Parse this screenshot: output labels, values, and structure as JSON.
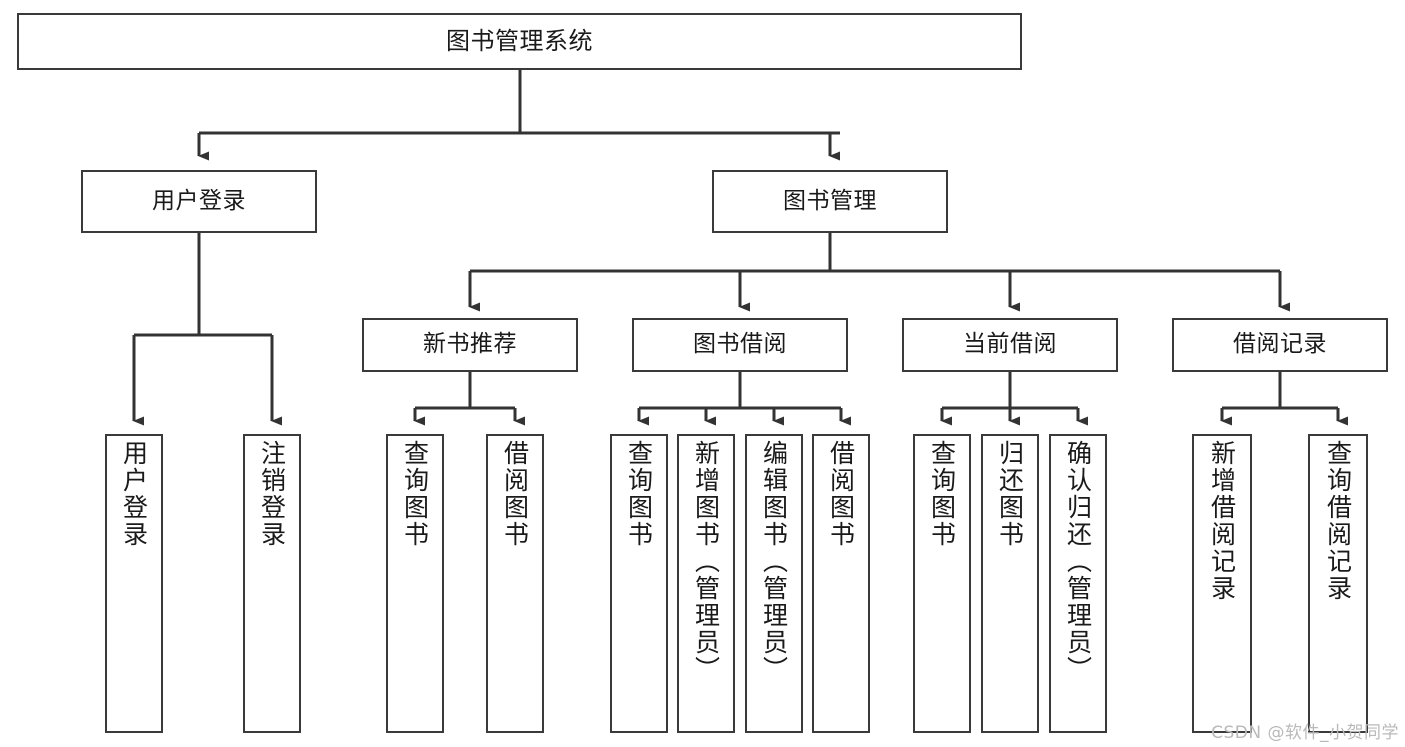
{
  "diagram": {
    "title": "图书管理系统",
    "type": "tree-hierarchy",
    "watermark": "CSDN @软件_小贺同学",
    "colors": {
      "border": "#3a3a3a",
      "background": "#ffffff",
      "text": "#1a1a1a",
      "edge": "#333333",
      "watermark": "#b9b9b9"
    },
    "levels": {
      "root": "图书管理系统",
      "level2": [
        "用户登录",
        "图书管理"
      ],
      "level3": [
        "新书推荐",
        "图书借阅",
        "当前借阅",
        "借阅记录"
      ]
    },
    "nodes": {
      "root": {
        "label": "图书管理系统"
      },
      "user_login": {
        "label": "用户登录"
      },
      "book_manage": {
        "label": "图书管理"
      },
      "new_book_rec": {
        "label": "新书推荐"
      },
      "book_borrow": {
        "label": "图书借阅"
      },
      "current_borrow": {
        "label": "当前借阅"
      },
      "borrow_record": {
        "label": "借阅记录"
      },
      "leaf_user_login": {
        "label": "用户登录"
      },
      "leaf_logout": {
        "label": "注销登录"
      },
      "leaf_query_book_1": {
        "label": "查询图书"
      },
      "leaf_borrow_book_1": {
        "label": "借阅图书"
      },
      "leaf_query_book_2": {
        "label": "查询图书"
      },
      "leaf_add_book": {
        "label": "新增图书（管理员）"
      },
      "leaf_edit_book": {
        "label": "编辑图书（管理员）"
      },
      "leaf_borrow_book_2": {
        "label": "借阅图书"
      },
      "leaf_query_book_3": {
        "label": "查询图书"
      },
      "leaf_return_book": {
        "label": "归还图书"
      },
      "leaf_confirm_return": {
        "label": "确认归还（管理员）"
      },
      "leaf_add_record": {
        "label": "新增借阅记录"
      },
      "leaf_query_record": {
        "label": "查询借阅记录"
      }
    }
  }
}
